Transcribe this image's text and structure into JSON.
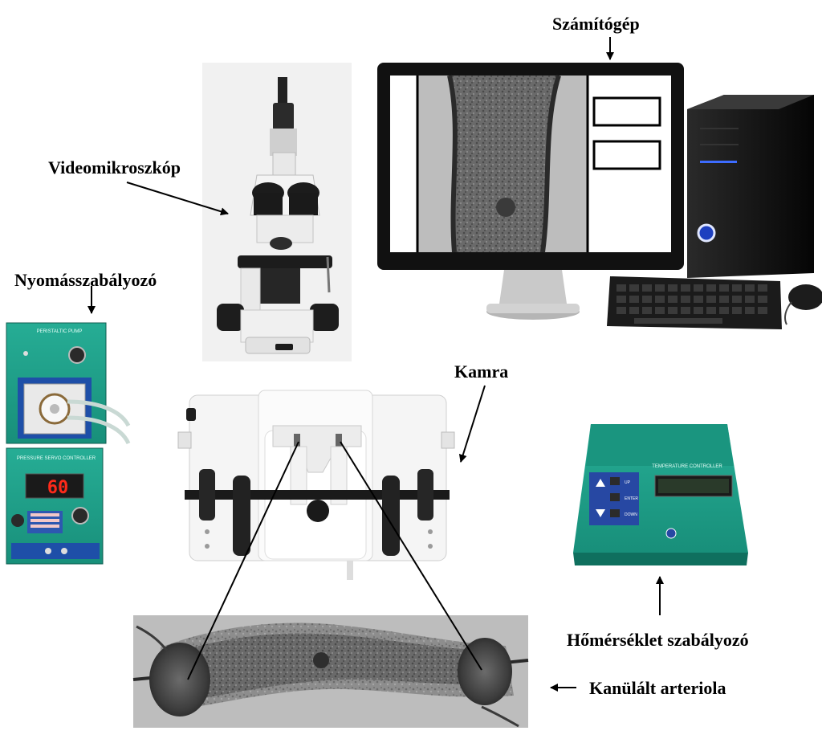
{
  "labels": {
    "computer": "Számítógép",
    "microscope": "Videomikroszkóp",
    "pressure_controller": "Nyomásszabályozó",
    "chamber": "Kamra",
    "temperature_controller": "Hőmérséklet szabályozó",
    "cannulated_arteriole": "Kanülált arteriola"
  },
  "device_text": {
    "peristaltic_pump": "PERISTALTIC PUMP",
    "pressure_servo": "PRESSURE SERVO CONTROLLER",
    "pressure_readout": "60",
    "temperature_controller": "TEMPERATURE CONTROLLER",
    "temp_up": "UP",
    "temp_enter": "ENTER",
    "temp_down": "DOWN"
  },
  "colors": {
    "device_teal": "#1f9f88",
    "device_teal_dark": "#167d6b",
    "display_red": "#ff2a1a",
    "monitor_black": "#111111",
    "keypad_blue": "#2748a3"
  }
}
